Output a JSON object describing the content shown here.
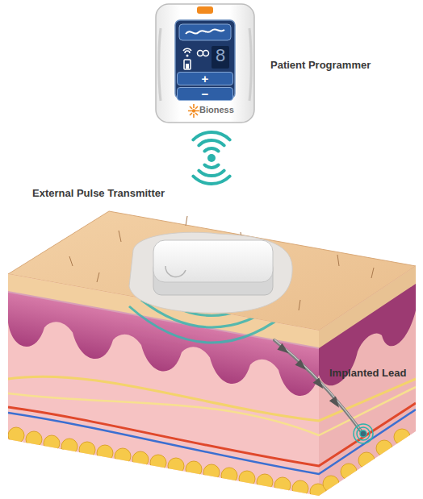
{
  "diagram": {
    "nodes": [
      {
        "text": [
          "Bioness"
        ]
      },
      {
        "text": [
          "+"
        ],
        "in": 0
      },
      {
        "text": [
          "−"
        ],
        "in": 0
      }
    ],
    "labels": [
      "Patient Programmer",
      "External Pulse Transmitter",
      "Implanted Lead",
      "8"
    ]
  }
}
